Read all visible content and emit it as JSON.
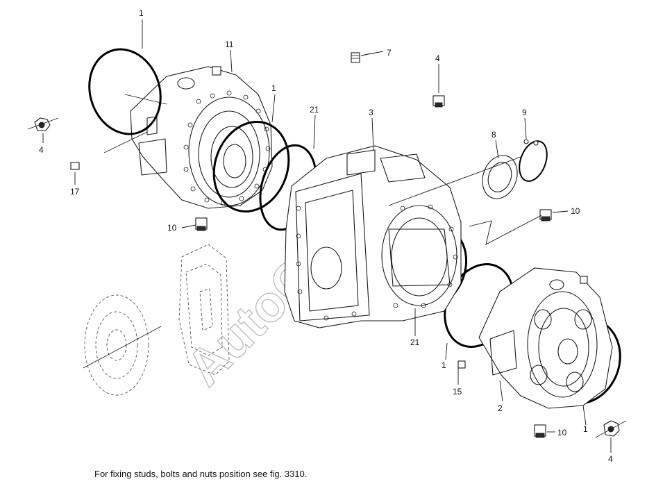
{
  "callouts": [
    {
      "id": "c1a",
      "text": "1"
    },
    {
      "id": "c11",
      "text": "11"
    },
    {
      "id": "c1b",
      "text": "1"
    },
    {
      "id": "c21a",
      "text": "21"
    },
    {
      "id": "c3",
      "text": "3"
    },
    {
      "id": "c7",
      "text": "7"
    },
    {
      "id": "c4a",
      "text": "4"
    },
    {
      "id": "c8",
      "text": "8"
    },
    {
      "id": "c9",
      "text": "9"
    },
    {
      "id": "c4b",
      "text": "4"
    },
    {
      "id": "c17",
      "text": "17"
    },
    {
      "id": "c10a",
      "text": "10"
    },
    {
      "id": "c10b",
      "text": "10"
    },
    {
      "id": "c21b",
      "text": "21"
    },
    {
      "id": "c1c",
      "text": "1"
    },
    {
      "id": "c15",
      "text": "15"
    },
    {
      "id": "c2",
      "text": "2"
    },
    {
      "id": "c10c",
      "text": "10"
    },
    {
      "id": "c1d",
      "text": "1"
    },
    {
      "id": "c4c",
      "text": "4"
    }
  ],
  "caption": "For fixing studs, bolts and nuts position see fig. 3310."
}
